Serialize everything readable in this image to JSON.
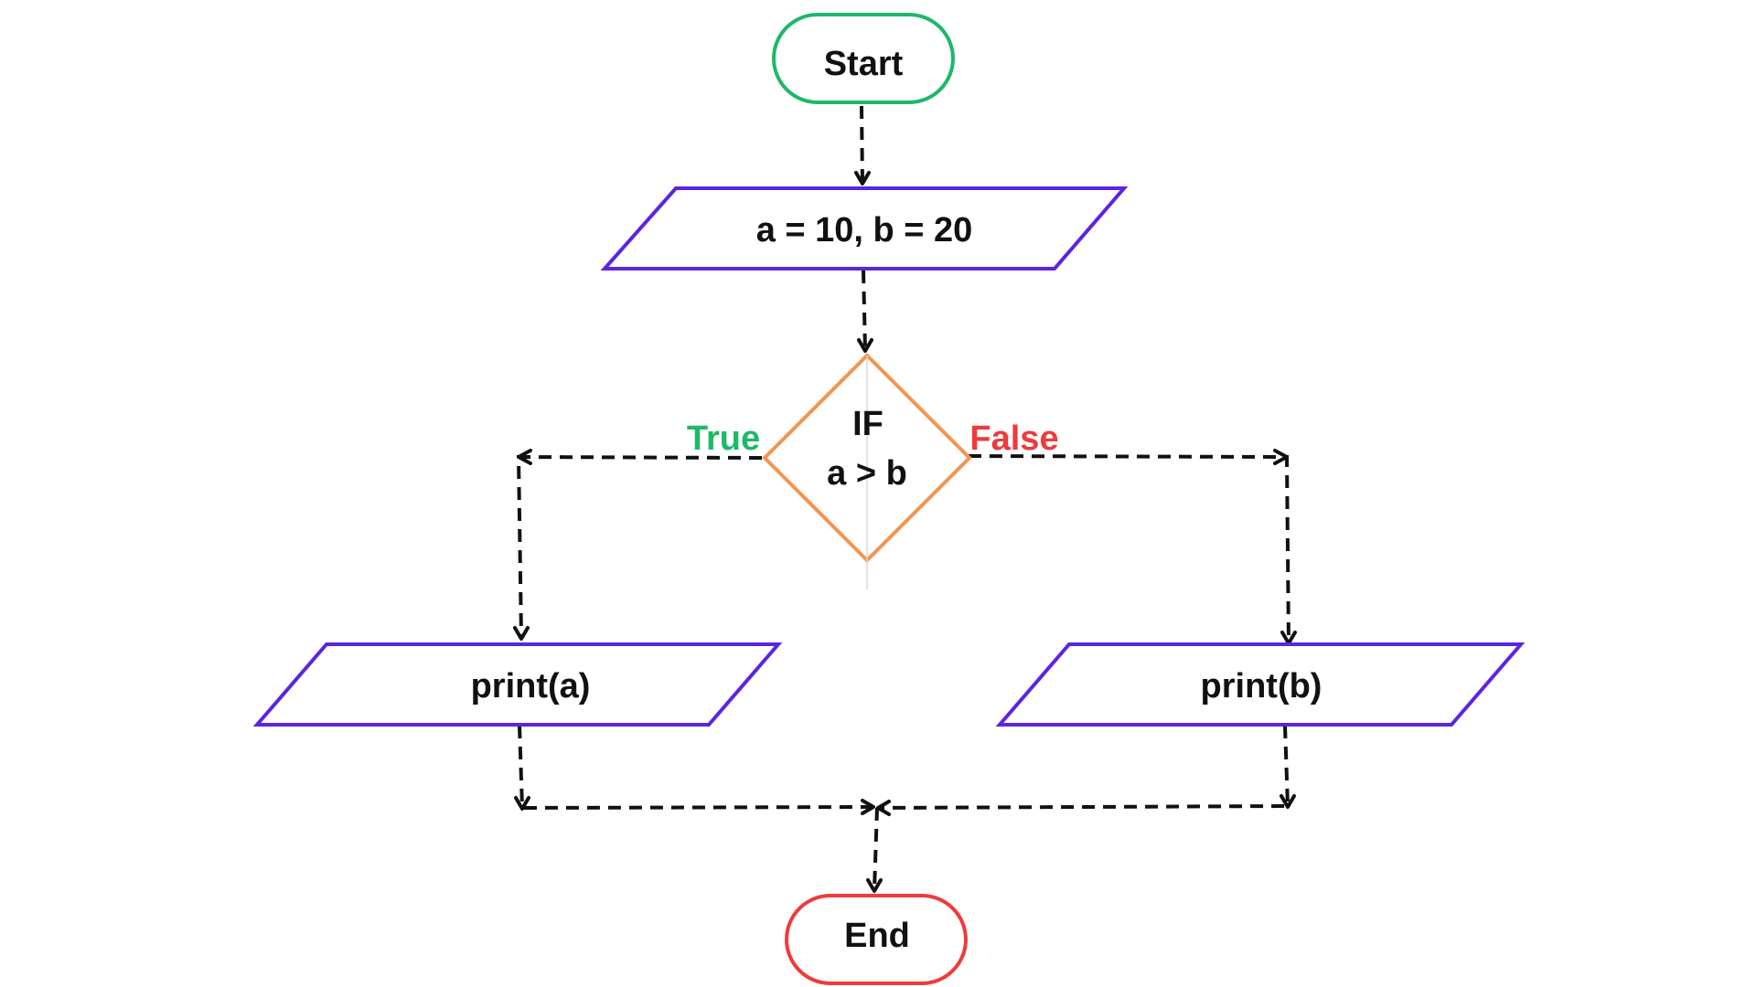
{
  "nodes": {
    "start": {
      "label": "Start",
      "shape": "terminal",
      "color": "#1DB86A"
    },
    "input": {
      "label": "a = 10, b = 20",
      "shape": "parallelogram",
      "color": "#5B25E0"
    },
    "decision": {
      "line1": "IF",
      "line2": "a > b",
      "shape": "diamond",
      "color": "#F29552"
    },
    "print_a": {
      "label": "print(a)",
      "shape": "parallelogram",
      "color": "#5B25E0"
    },
    "print_b": {
      "label": "print(b)",
      "shape": "parallelogram",
      "color": "#5B25E0"
    },
    "end": {
      "label": "End",
      "shape": "terminal",
      "color": "#EE3B3B"
    }
  },
  "branches": {
    "true_label": "True",
    "true_color": "#1DB86A",
    "false_label": "False",
    "false_color": "#EE3B3B"
  },
  "edges": [
    {
      "from": "start",
      "to": "input"
    },
    {
      "from": "input",
      "to": "decision"
    },
    {
      "from": "decision",
      "to": "print_a",
      "branch": "True"
    },
    {
      "from": "decision",
      "to": "print_b",
      "branch": "False"
    },
    {
      "from": "print_a",
      "to": "end"
    },
    {
      "from": "print_b",
      "to": "end"
    }
  ]
}
